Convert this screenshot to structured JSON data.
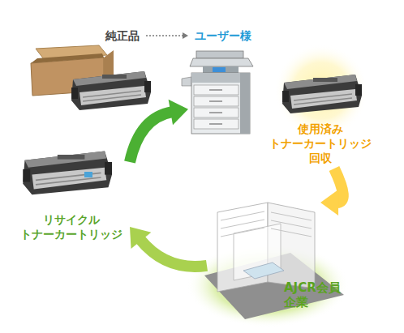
{
  "diagram": {
    "nodes": [
      {
        "text": [
          "純正品"
        ]
      },
      {
        "text": [
          "ユーザー様"
        ]
      },
      {
        "text": [
          "使用済み トナーカートリッジ 回収"
        ]
      },
      {
        "text": [
          "AJCR会員 企業"
        ]
      },
      {
        "text": [
          "リサイクル トナーカートリッジ"
        ]
      }
    ],
    "edges": [
      {
        "from": 0,
        "to": 1,
        "arrow": "to"
      },
      {
        "from": 2,
        "to": 3,
        "arrow": "to"
      },
      {
        "from": 3,
        "to": 4,
        "arrow": "to"
      },
      {
        "from": 4,
        "to": 1,
        "arrow": "to"
      }
    ]
  }
}
